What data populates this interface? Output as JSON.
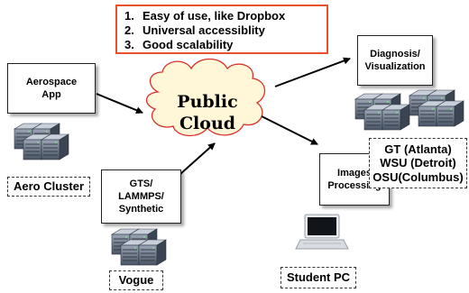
{
  "features": [
    {
      "num": "1.",
      "text": "Easy of use, like Dropbox"
    },
    {
      "num": "2.",
      "text": "Universal accessiblity"
    },
    {
      "num": "3.",
      "text": "Good scalability"
    }
  ],
  "cloud": {
    "line1": "Public",
    "line2": "Cloud"
  },
  "nodes": {
    "aerospace": {
      "line1": "Aerospace",
      "line2": "App"
    },
    "gts": {
      "line1": "GTS/",
      "line2": "LAMMPS/",
      "line3": "Synthetic"
    },
    "diagnosis": {
      "line1": "Diagnosis/",
      "line2": "Visualization"
    },
    "images": {
      "line1": "Images",
      "line2": "Processing"
    }
  },
  "labels": {
    "aero_cluster": "Aero Cluster",
    "vogue": "Vogue",
    "student_pc": "Student PC",
    "sites": {
      "line1": "GT (Atlanta)",
      "line2": "WSU (Detroit)",
      "line3": "OSU(Columbus)"
    }
  },
  "colors": {
    "feature_border": "#e8512a",
    "cloud_fill": "#fff7d8",
    "cloud_stroke": "#d8322a"
  }
}
